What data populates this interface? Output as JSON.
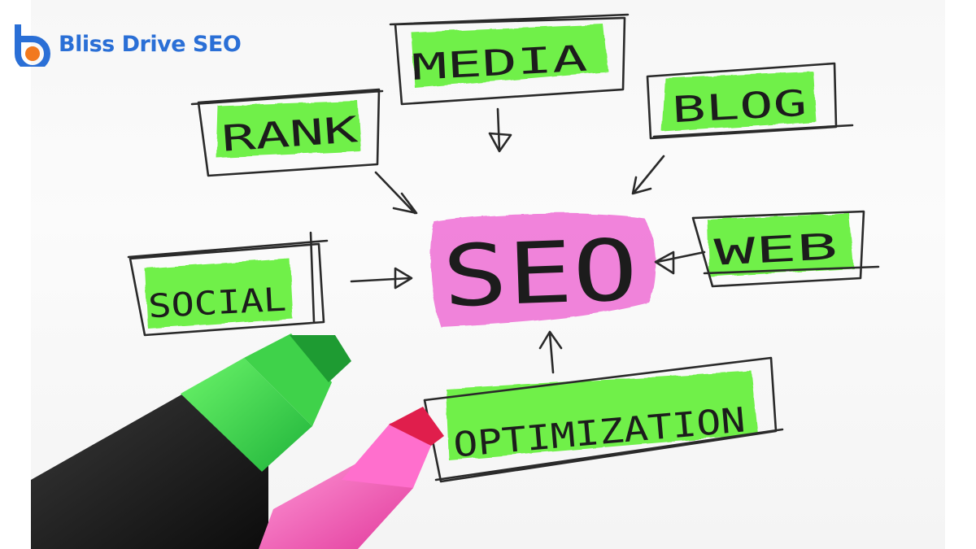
{
  "brand": {
    "name": "Bliss Drive SEO",
    "colors": {
      "blue": "#2a6fd6",
      "orange": "#f2791e"
    }
  },
  "diagram": {
    "center": "SEO",
    "nodes": [
      "MEDIA",
      "BLOG",
      "RANK",
      "WEB",
      "SOCIAL",
      "OPTIMIZATION"
    ],
    "highlight_colors": {
      "green": "#6ff04a",
      "pink": "#f07ad8"
    }
  }
}
